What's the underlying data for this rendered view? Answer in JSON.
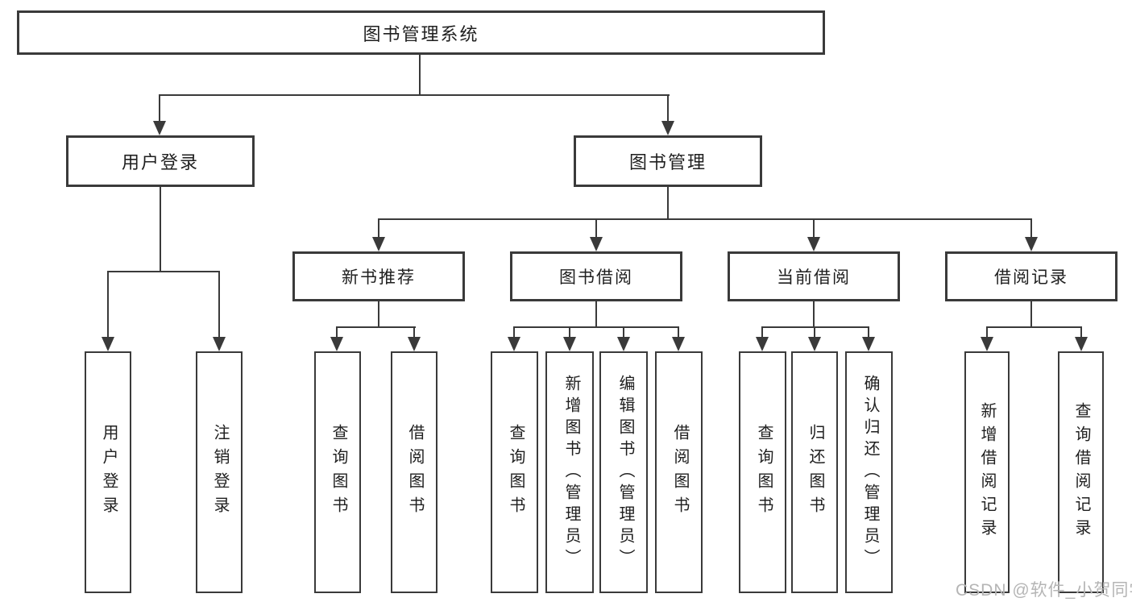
{
  "colors": {
    "line": "#3a3a3a",
    "text": "#1f1f1f",
    "background": "#ffffff",
    "watermark_color": "#b5b5b5"
  },
  "tree": {
    "root": {
      "label": "图书管理系统"
    },
    "branches": [
      {
        "label": "用户登录",
        "children": [
          {
            "label": "用户登录"
          },
          {
            "label": "注销登录"
          }
        ]
      },
      {
        "label": "图书管理",
        "groups": [
          {
            "label": "新书推荐",
            "children": [
              {
                "label": "查询图书"
              },
              {
                "label": "借阅图书"
              }
            ]
          },
          {
            "label": "图书借阅",
            "children": [
              {
                "label": "查询图书"
              },
              {
                "label": "新增图书（管理员）"
              },
              {
                "label": "编辑图书（管理员）"
              },
              {
                "label": "借阅图书"
              }
            ]
          },
          {
            "label": "当前借阅",
            "children": [
              {
                "label": "查询图书"
              },
              {
                "label": "归还图书"
              },
              {
                "label": "确认归还（管理员）"
              }
            ]
          },
          {
            "label": "借阅记录",
            "children": [
              {
                "label": "新增借阅记录"
              },
              {
                "label": "查询借阅记录"
              }
            ]
          }
        ]
      }
    ]
  },
  "watermark": {
    "text": "CSDN @软件_小贺同学"
  }
}
